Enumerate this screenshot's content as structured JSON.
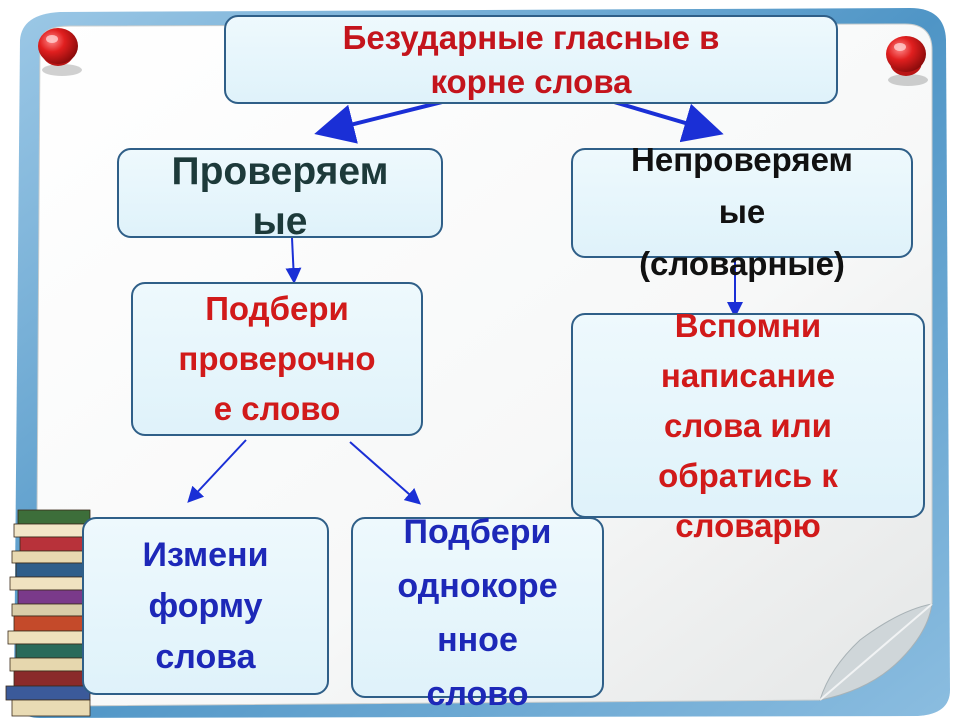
{
  "nodes": {
    "title": "Безударные гласные в\nкорне слова",
    "checkable": "Проверяем\nые",
    "uncheckable": "Непроверяем\nые\n(словарные)",
    "pick_check_word": "Подбери\nпроверочно\nе слово",
    "remember_spelling": "Вспомни\nнаписание\nслова или\nобратись к\nсловарю",
    "change_form": "Измени\nформу\nслова",
    "pick_same_root": "Подбери\nоднокоре\nнное\nслово"
  },
  "colors": {
    "title_text": "#c4141c",
    "red_text": "#d11a1a",
    "blue_text": "#1d28b8",
    "box_border": "#2f5f88",
    "box_fill": "#e6f6fc",
    "arrow": "#1a2fd6",
    "board_frame": "#5aa0cc",
    "pin": "#d81e1e"
  },
  "icons": [
    "push-pin-icon",
    "push-pin-icon",
    "book-stack-icon"
  ]
}
